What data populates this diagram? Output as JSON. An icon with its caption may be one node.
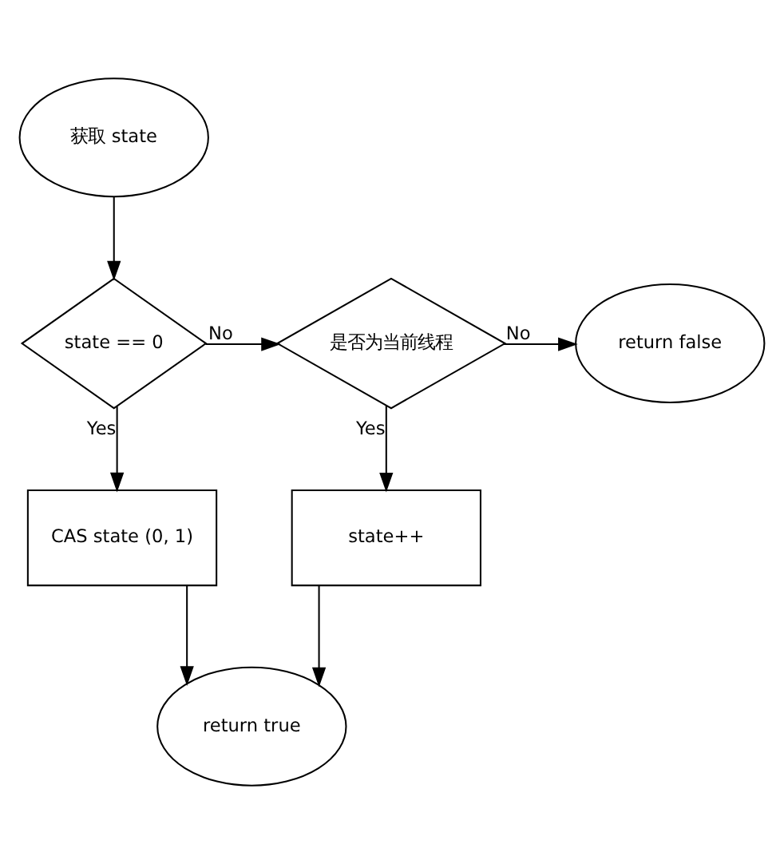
{
  "diagram": {
    "nodes": [
      {
        "text": [
          "获取 state"
        ]
      },
      {
        "text": [
          "state == 0"
        ]
      },
      {
        "text": [
          "是否为当前线程"
        ]
      },
      {
        "text": [
          "return false"
        ]
      },
      {
        "text": [
          "CAS state (0, 1)"
        ]
      },
      {
        "text": [
          "state++"
        ]
      },
      {
        "text": [
          "return true"
        ]
      }
    ],
    "edges": [
      {
        "from": 0,
        "to": 1,
        "arrow": "to"
      },
      {
        "from": 1,
        "to": 2,
        "arrow": "to",
        "label": "No"
      },
      {
        "from": 2,
        "to": 3,
        "arrow": "to",
        "label": "No"
      },
      {
        "from": 1,
        "to": 4,
        "arrow": "to",
        "label": "Yes"
      },
      {
        "from": 2,
        "to": 5,
        "arrow": "to",
        "label": "Yes"
      },
      {
        "from": 4,
        "to": 6,
        "arrow": "to"
      },
      {
        "from": 5,
        "to": 6,
        "arrow": "to"
      }
    ]
  }
}
